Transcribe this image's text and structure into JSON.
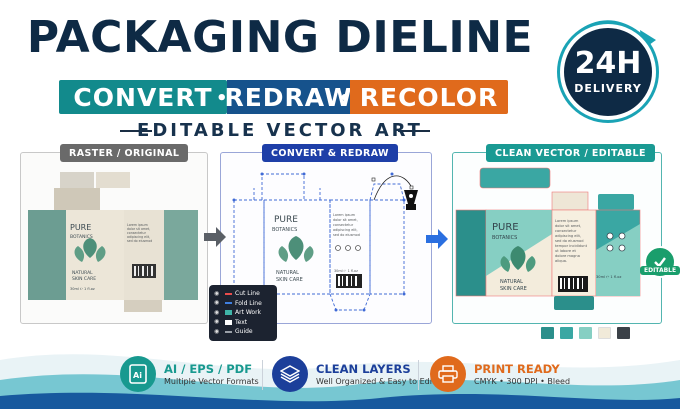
{
  "header": {
    "title": "PACKAGING DIELINE",
    "ribbon": [
      "CONVERT",
      "REDRAW",
      "RECOLOR"
    ],
    "separator": "•",
    "subtitle": "EDITABLE VECTOR ART"
  },
  "badge": {
    "big": "24H",
    "small": "DELIVERY"
  },
  "panels": [
    {
      "tag": "RASTER / ORIGINAL"
    },
    {
      "tag": "CONVERT & REDRAW"
    },
    {
      "tag": "CLEAN VECTOR / EDITABLE"
    }
  ],
  "box_art": {
    "brand_line1": "PURE",
    "brand_line2": "BOTANICS",
    "product_line1": "NATURAL",
    "product_line2": "SKIN CARE",
    "volume": "30ml ℮ 1 fl.oz",
    "body_text": [
      "Lorem ipsum",
      "dolor sit amet,",
      "consectetur",
      "adipiscing elit,",
      "sed do eiusmod",
      "tempor incididunt",
      "ut labore et",
      "dolore magna",
      "aliqua."
    ]
  },
  "layers": [
    {
      "label": "Cut Line",
      "color": "#e84c4c"
    },
    {
      "label": "Fold Line",
      "color": "#3f7fe0"
    },
    {
      "label": "Art Work",
      "color": "#3fb5a8"
    },
    {
      "label": "Text",
      "color": "#ffffff"
    },
    {
      "label": "Guide",
      "color": "#9aa0a8"
    }
  ],
  "editable_tag": "EDITABLE",
  "palette": [
    "#2b8f8b",
    "#3aa7a3",
    "#86cfc3",
    "#f1ead9",
    "#3b4148"
  ],
  "features": [
    {
      "title_a": "AI",
      "sep1": "/",
      "title_b": "EPS",
      "sep2": "/",
      "title_c": "PDF",
      "sub": "Multiple Vector Formats",
      "color": "#18998f"
    },
    {
      "title": "CLEAN LAYERS",
      "sub": "Well Organized & Easy to Edit",
      "color": "#1c3f9a"
    },
    {
      "title": "PRINT READY",
      "sub": "CMYK • 300 DPI • Bleed",
      "color": "#e06a1c"
    }
  ],
  "colors": {
    "navy": "#0e2a45",
    "teal": "#128a8c",
    "blue": "#16528c",
    "orange": "#e06a1c"
  }
}
